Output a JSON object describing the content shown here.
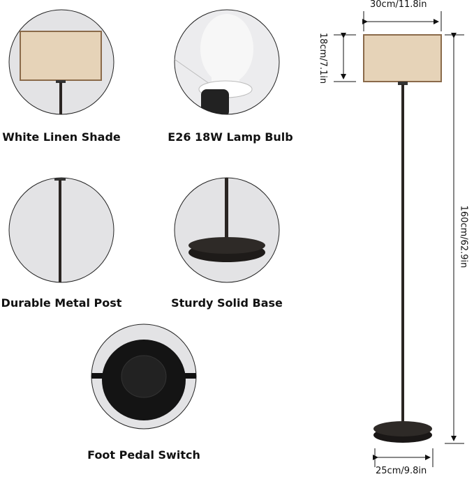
{
  "features": [
    {
      "label": "White Linen Shade",
      "icon": "lamp-shade"
    },
    {
      "label": "E26 18W Lamp Bulb",
      "icon": "light-bulb"
    },
    {
      "label": "Durable Metal Post",
      "icon": "metal-post"
    },
    {
      "label": "Sturdy Solid Base",
      "icon": "lamp-base"
    },
    {
      "label": "Foot Pedal Switch",
      "icon": "foot-switch"
    }
  ],
  "dimensions": {
    "shade_width": "30cm/11.8in",
    "shade_height": "18cm/7.1in",
    "total_height": "160cm/62.9in",
    "base_width": "25cm/9.8in"
  },
  "colors": {
    "linen": "#e6d3b8",
    "metal": "#2a2522",
    "circle_bg": "#e3e3e5"
  }
}
